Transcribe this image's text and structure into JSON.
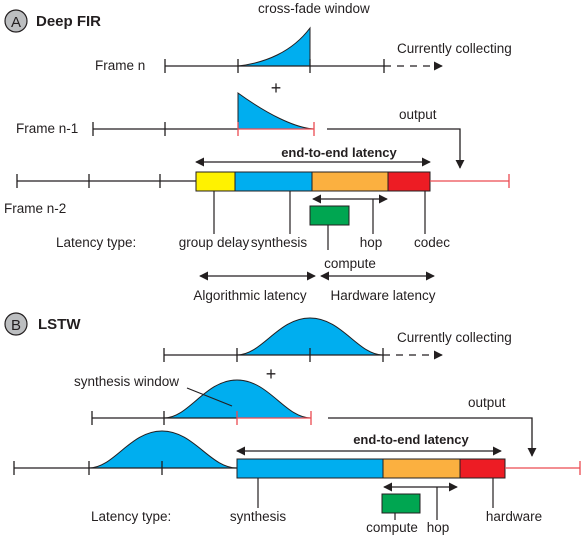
{
  "panels": {
    "a": {
      "badge": "A",
      "title": "Deep FIR",
      "window_label": "cross-fade window",
      "currently_collecting": "Currently collecting",
      "frame_n": "Frame n",
      "frame_n1": "Frame n-1",
      "frame_n2": "Frame n-2",
      "plus": "+",
      "output": "output",
      "e2e": "end-to-end latency",
      "latency_type": "Latency type:",
      "group_delay": "group delay",
      "synthesis": "synthesis",
      "hop": "hop",
      "codec": "codec",
      "compute": "compute",
      "algorithmic": "Algorithmic latency",
      "hardware": "Hardware latency"
    },
    "b": {
      "badge": "B",
      "title": "LSTW",
      "currently_collecting": "Currently collecting",
      "synthesis_window": "synthesis window",
      "plus": "+",
      "output": "output",
      "e2e": "end-to-end latency",
      "latency_type": "Latency type:",
      "synthesis": "synthesis",
      "compute": "compute",
      "hop": "hop",
      "hardware": "hardware"
    }
  },
  "colors": {
    "blue": "#00aeef",
    "yellow": "#fff200",
    "orange": "#fbb040",
    "red": "#ed1c24",
    "green": "#00a651",
    "red_line": "#ec4a52",
    "badge_fill": "#bcbec0"
  }
}
